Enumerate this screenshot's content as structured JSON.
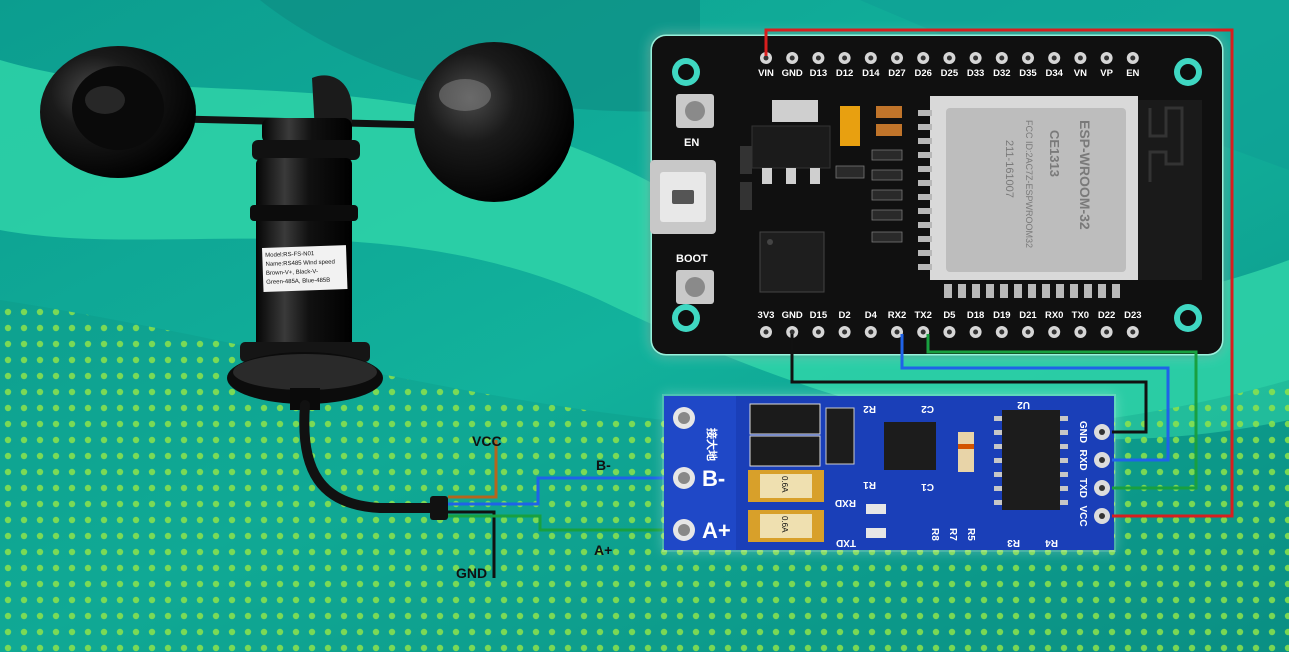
{
  "colors": {
    "bg_dark": "#0a8f85",
    "bg_light": "#3fe0b0",
    "dot": "#b8ff3a",
    "wire_red": "#d81e1e",
    "wire_black": "#111111",
    "wire_blue": "#1f63e8",
    "wire_green": "#18a040",
    "wire_brown": "#b5651d",
    "pcb_blue": "#1a3fb8",
    "pcb_black": "#111111"
  },
  "anemometer": {
    "label_lines": [
      "Model:RS-FS-N01",
      "Name:RS485 Wind speed",
      "Brown-V+, Black-V-",
      "Green-485A, Blue-485B"
    ]
  },
  "wire_labels": {
    "vcc": "VCC",
    "gnd": "GND",
    "b_minus": "B-",
    "a_plus": "A+"
  },
  "esp32": {
    "top_pins": [
      "VIN",
      "GND",
      "D13",
      "D12",
      "D14",
      "D27",
      "D26",
      "D25",
      "D33",
      "D32",
      "D35",
      "D34",
      "VN",
      "VP",
      "EN"
    ],
    "bottom_pins": [
      "3V3",
      "GND",
      "D15",
      "D2",
      "D4",
      "RX2",
      "TX2",
      "D5",
      "D18",
      "D19",
      "D21",
      "RX0",
      "TX0",
      "D22",
      "D23"
    ],
    "button_en": "EN",
    "button_boot": "BOOT",
    "module_brand": "ESP-WROOM-32",
    "module_fcc": "FCC ID:2AC7Z-ESPWROOM32",
    "module_ce": "CE1313",
    "module_code": "211-161007"
  },
  "rs485": {
    "left_header": "接大地",
    "b_label": "B-",
    "a_label": "A+",
    "right_pins": [
      "GND",
      "RXD",
      "TXD",
      "VCC"
    ],
    "silk": {
      "r2": "R2",
      "c2": "C2",
      "u2": "U2",
      "r1": "R1",
      "c1": "C1",
      "rxd": "RXD",
      "txd": "TXD",
      "r8": "R8",
      "r7": "R7",
      "r5": "R5",
      "r3": "R3",
      "r4": "R4",
      "tvs": "0.6A"
    }
  }
}
